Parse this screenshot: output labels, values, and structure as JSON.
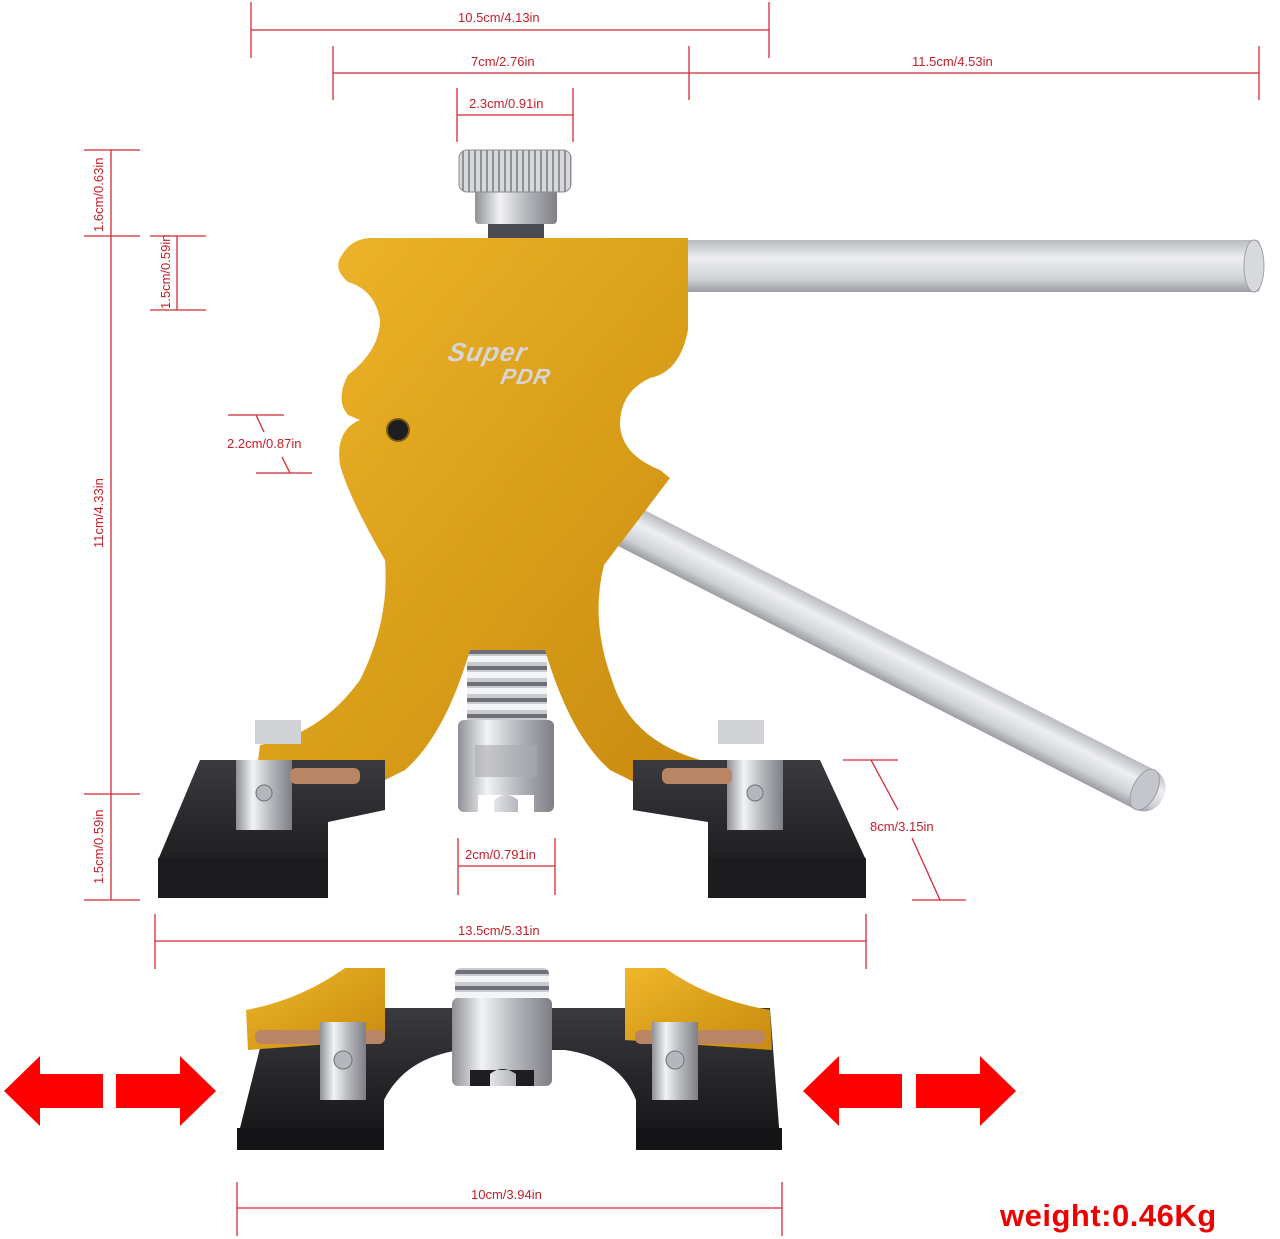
{
  "product": {
    "brand_logo": {
      "line1": "Super",
      "line2": "PDR"
    },
    "weight_label": "weight:0.46Kg"
  },
  "dimensions": {
    "top_width": "10.5cm/4.13in",
    "body_width": "7cm/2.76in",
    "handle_length": "11.5cm/4.53in",
    "knob_diameter": "2.3cm/0.91in",
    "knob_height": "1.6cm/0.63in",
    "top_body_thickness": "1.5cm/0.59in",
    "side_cutout": "2.2cm/0.87in",
    "total_height": "11cm/4.33in",
    "foot_height": "1.5cm/0.59in",
    "puller_head_width": "2cm/0.791in",
    "foot_depth": "8cm/3.15in",
    "max_base_width": "13.5cm/5.31in",
    "min_base_width": "10cm/3.94in"
  },
  "colors": {
    "dimension_line": "#d42a35",
    "body_gold": "#e0a41e",
    "handle_silver": "#d9dade",
    "base_black": "#26262a",
    "arrow_red": "#ff0000",
    "weight_text": "#ee0000"
  },
  "adjustment_arrows": [
    {
      "position": "left",
      "directions": [
        "left",
        "right"
      ]
    },
    {
      "position": "right",
      "directions": [
        "left",
        "right"
      ]
    }
  ]
}
